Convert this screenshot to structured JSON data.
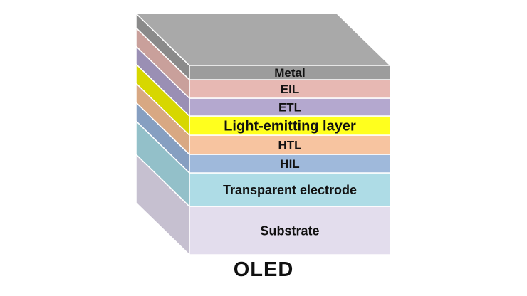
{
  "diagram": {
    "title": "OLED",
    "layers": [
      {
        "key": "metal",
        "label": "Metal",
        "front": "#9c9c9c",
        "top": "#a9a9a9",
        "side": "#8a8a8a"
      },
      {
        "key": "eil",
        "label": "EIL",
        "front": "#e7b8b3",
        "top": "#e7b8b3",
        "side": "#c9a09b"
      },
      {
        "key": "etl",
        "label": "ETL",
        "front": "#b4a8cf",
        "top": "#b4a8cf",
        "side": "#9a8fb4"
      },
      {
        "key": "emitting",
        "label": "Light-emitting layer",
        "front": "#ffff1e",
        "top": "#ffff1e",
        "side": "#d7d700"
      },
      {
        "key": "htl",
        "label": "HTL",
        "front": "#f7c4a0",
        "top": "#f7c4a0",
        "side": "#d8a883"
      },
      {
        "key": "hil",
        "label": "HIL",
        "front": "#9fb9db",
        "top": "#9fb9db",
        "side": "#869fc1"
      },
      {
        "key": "electrode",
        "label": "Transparent electrode",
        "front": "#aedce6",
        "top": "#aedce6",
        "side": "#93c0c9"
      },
      {
        "key": "substrate",
        "label": "Substrate",
        "front": "#e3dded",
        "top": "#e3dded",
        "side": "#c6c0d0"
      }
    ]
  }
}
